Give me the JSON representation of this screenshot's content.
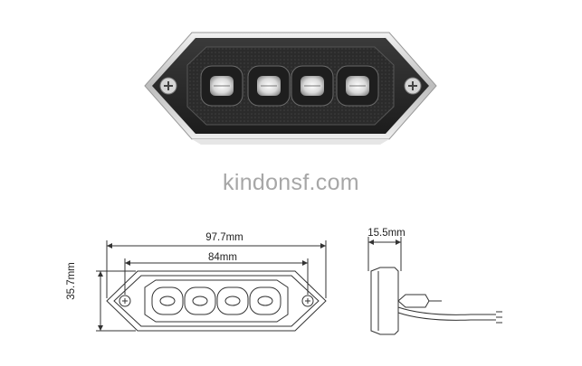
{
  "watermark": "kindonsf.com",
  "front_view": {
    "width_overall": "97.7mm",
    "width_holes": "84mm",
    "height": "35.7mm"
  },
  "side_view": {
    "depth": "15.5mm"
  },
  "colors": {
    "housing": "#2a2a2a",
    "housing_dark": "#1a1a1a",
    "chrome": "#d8d8d8",
    "lens": "#3c3c3c",
    "led": "#eaeaea",
    "line_art": "#333333"
  }
}
